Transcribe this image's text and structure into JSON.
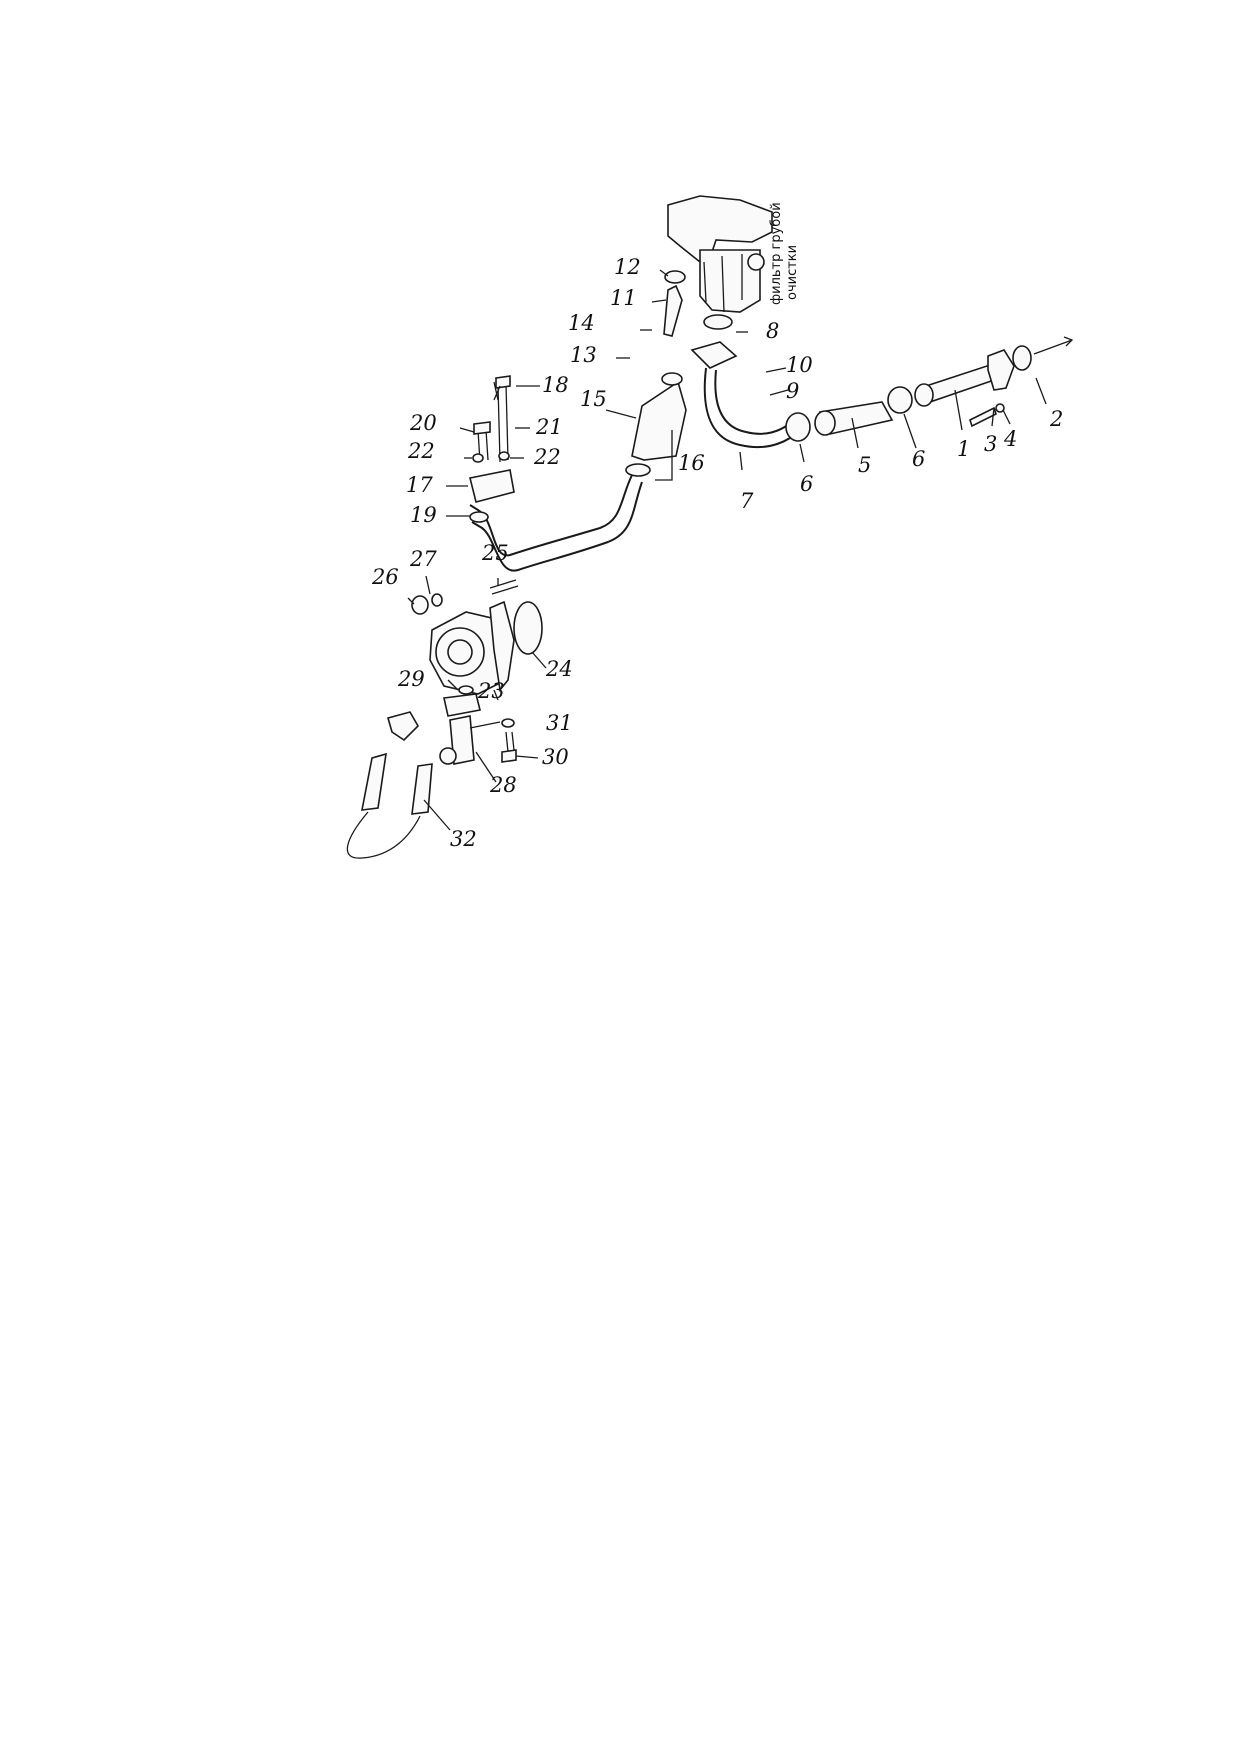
{
  "diagram": {
    "note_line1": "фильтр грубой",
    "note_line2": "очистки",
    "labels": [
      "1",
      "2",
      "3",
      "4",
      "5",
      "6",
      "6",
      "7",
      "8",
      "9",
      "10",
      "11",
      "12",
      "13",
      "14",
      "15",
      "16",
      "17",
      "18",
      "19",
      "20",
      "21",
      "22",
      "22",
      "23",
      "24",
      "25",
      "26",
      "27",
      "28",
      "29",
      "30",
      "31",
      "32"
    ]
  }
}
